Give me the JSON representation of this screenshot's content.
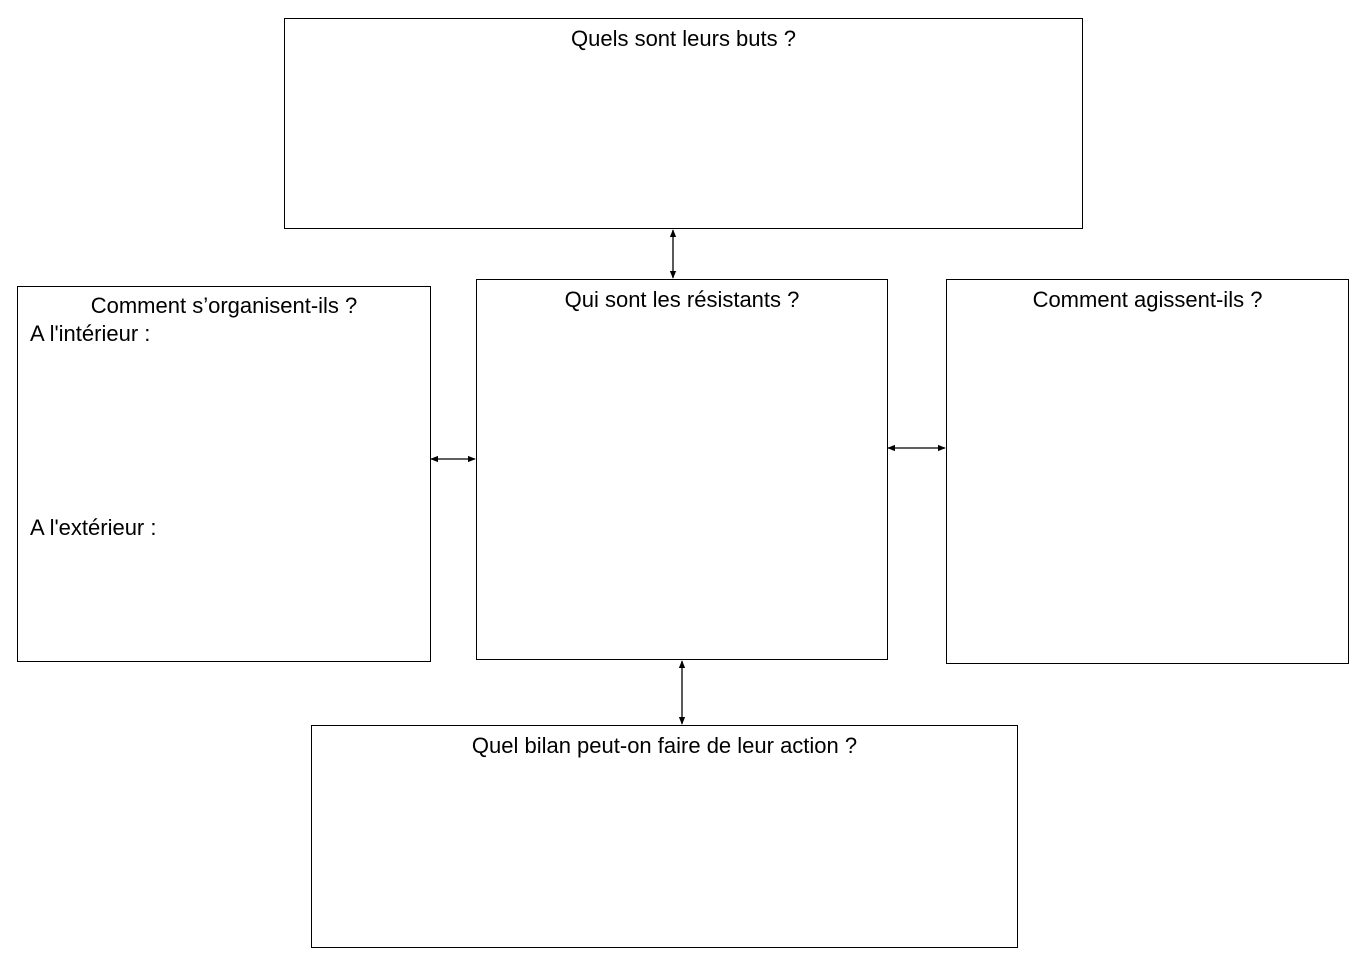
{
  "diagram": {
    "boxes": {
      "goals": {
        "title": "Quels sont leurs buts ?"
      },
      "organisation": {
        "title": "Comment s’organisent-ils ?",
        "interior_label": "A l'intérieur :",
        "exterior_label": "A l'extérieur :"
      },
      "resistants": {
        "title": "Qui sont les résistants ?"
      },
      "actions": {
        "title": "Comment agissent-ils ?"
      },
      "bilan": {
        "title": "Quel bilan peut-on faire de leur action ?"
      }
    },
    "connectors": [
      {
        "from": "resistants",
        "to": "goals",
        "type": "double-arrow"
      },
      {
        "from": "resistants",
        "to": "organisation",
        "type": "double-arrow"
      },
      {
        "from": "resistants",
        "to": "actions",
        "type": "double-arrow"
      },
      {
        "from": "resistants",
        "to": "bilan",
        "type": "double-arrow"
      }
    ],
    "colors": {
      "line": "#000000",
      "background": "#ffffff"
    }
  }
}
